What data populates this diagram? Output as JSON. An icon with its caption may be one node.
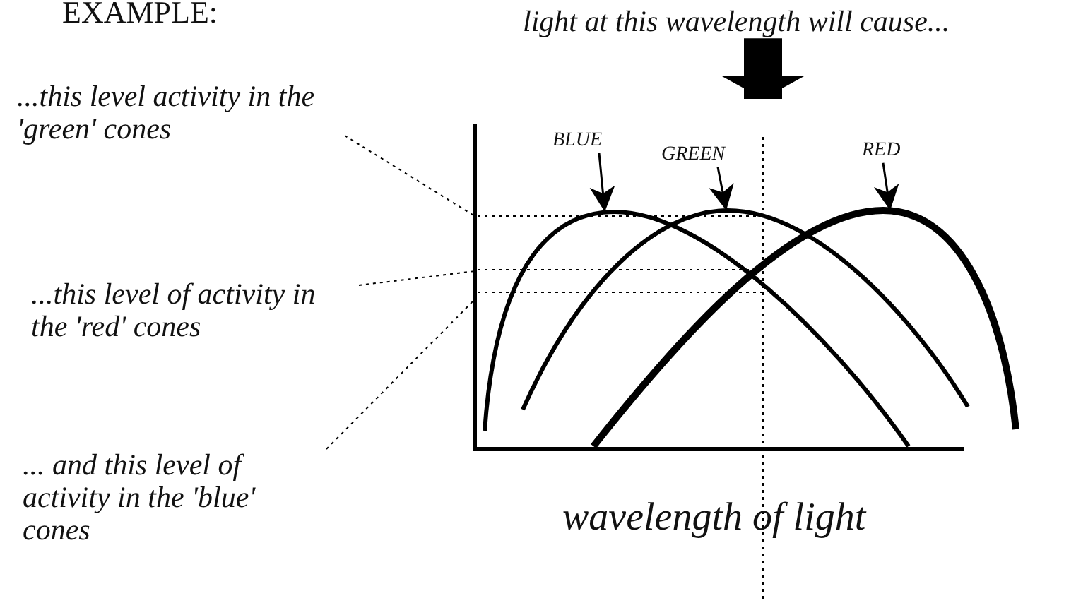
{
  "diagram": {
    "nodes": [
      {
        "text": [
          "light at this wavelength will cause..."
        ]
      },
      {
        "text": [
          "...this level activity in the 'green' cones"
        ]
      },
      {
        "text": [
          "...this level of activity in the 'red' cones"
        ]
      },
      {
        "text": [
          "... and this level of activity in the 'blue' cones"
        ]
      },
      {
        "text": [],
        "shape": "picture"
      },
      {
        "text": [
          "BLUE"
        ],
        "in": 4
      },
      {
        "text": [
          "GREEN"
        ],
        "in": 4
      },
      {
        "text": [
          "RED"
        ],
        "in": 4
      },
      {
        "text": [],
        "shape": "curve",
        "in": 4
      },
      {
        "text": [],
        "shape": "curve",
        "in": 4
      },
      {
        "text": [],
        "shape": "curve",
        "in": 4
      }
    ],
    "edges": [
      {
        "from": 0,
        "to": 4,
        "arrow": "to",
        "style": "thick"
      },
      {
        "from": 1,
        "to": 4,
        "arrow": "none",
        "style": "dashed"
      },
      {
        "from": 2,
        "to": 4,
        "arrow": "none",
        "style": "dashed"
      },
      {
        "from": 3,
        "to": 4,
        "arrow": "none",
        "style": "dashed"
      },
      {
        "from": 5,
        "to": 8,
        "arrow": "to"
      },
      {
        "from": 6,
        "to": 9,
        "arrow": "to"
      },
      {
        "from": 7,
        "to": 10,
        "arrow": "to"
      }
    ],
    "labels": [
      "EXAMPLE:",
      "wavelength of light"
    ]
  }
}
